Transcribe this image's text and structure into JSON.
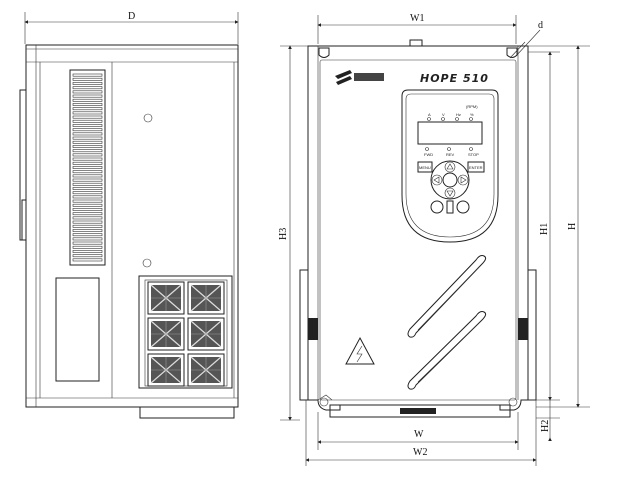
{
  "dimensions": {
    "D": "D",
    "W1": "W1",
    "d": "d",
    "H3": "H3",
    "H1": "H1",
    "H": "H",
    "H2": "H2",
    "W": "W",
    "W2": "W2"
  },
  "device": {
    "model": "HOPE 510",
    "keypad": {
      "indicators": [
        "A",
        "V",
        "Hz",
        "%"
      ],
      "top_right": "(RPM)",
      "row2": [
        "FWD",
        "REV",
        "STOP"
      ],
      "keys": [
        "MENU",
        "ENTER"
      ]
    }
  }
}
